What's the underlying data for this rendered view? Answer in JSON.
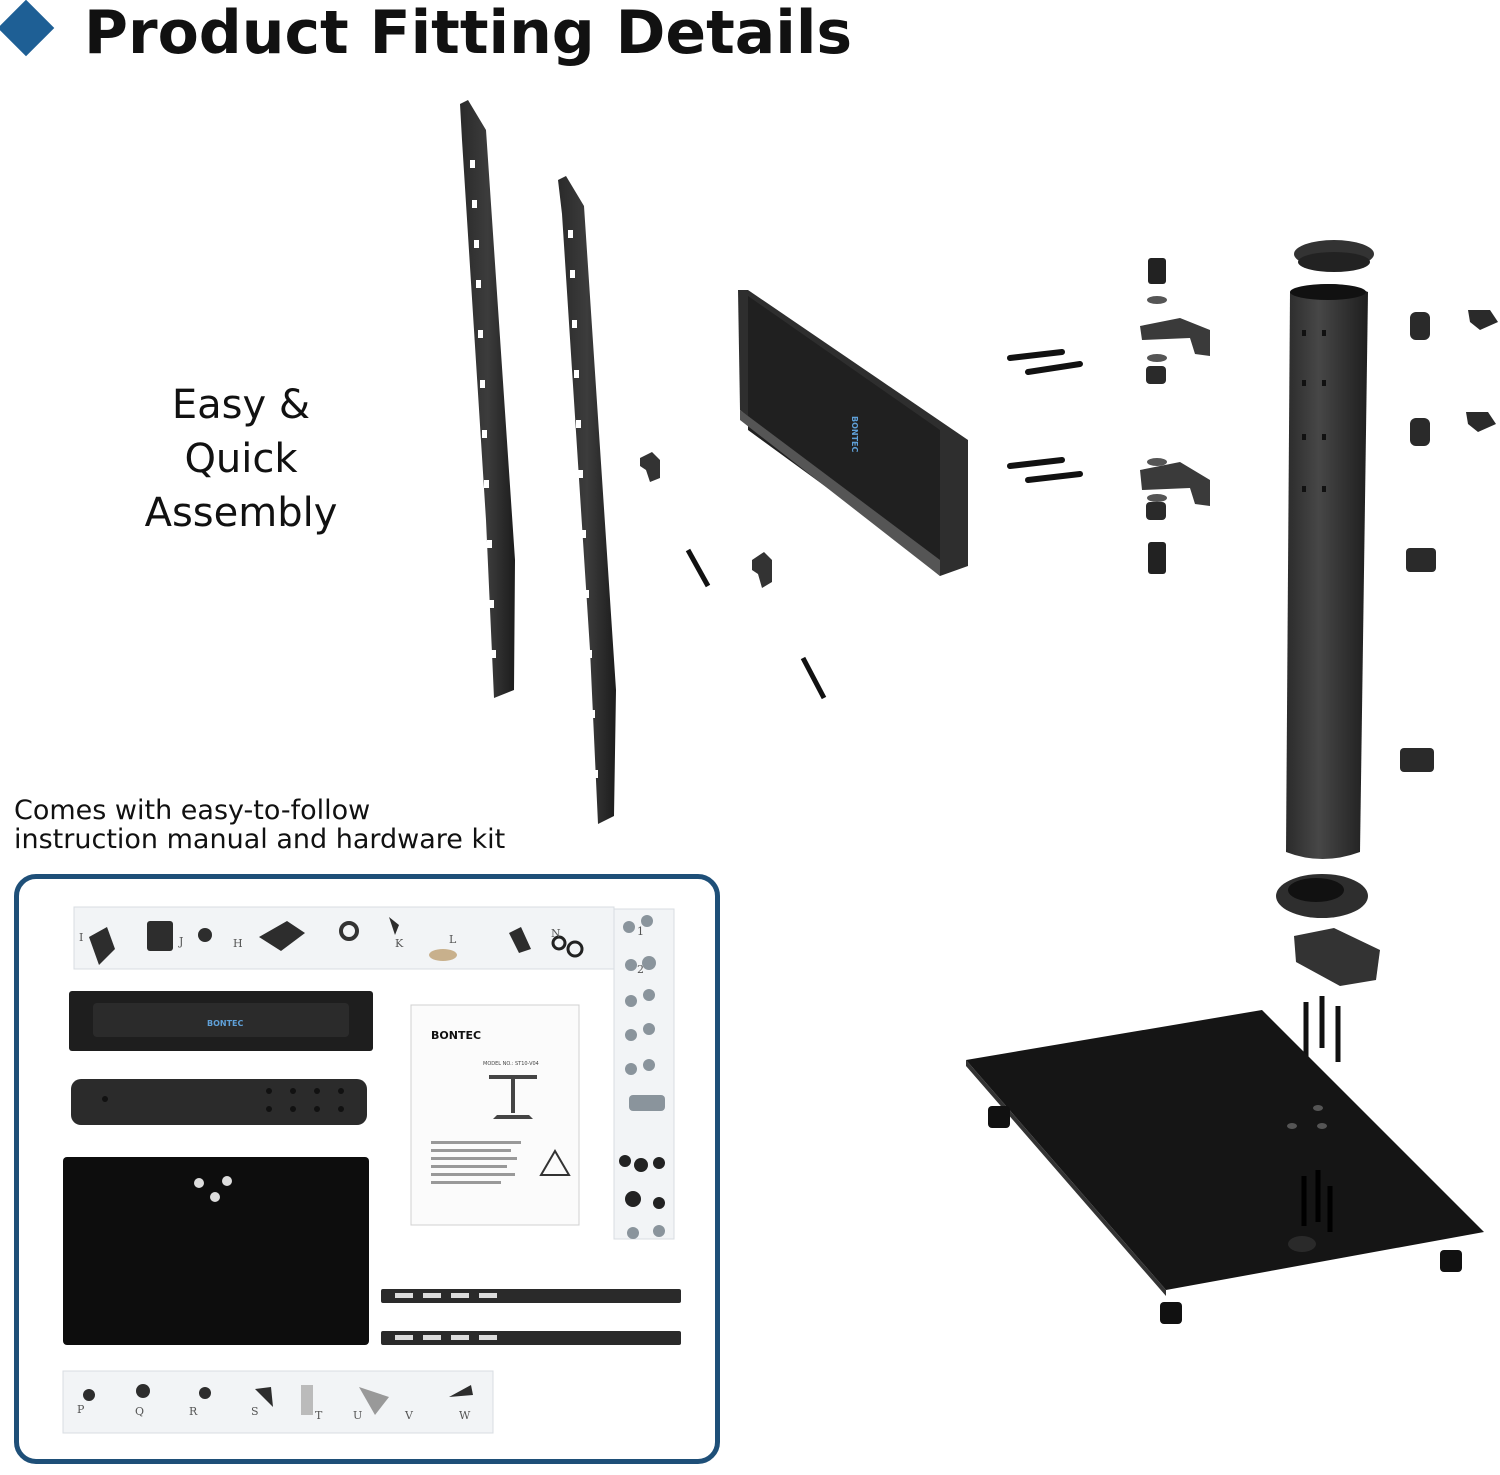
{
  "header": {
    "title": "Product Fitting Details",
    "accent_color": "#1e5f95"
  },
  "assembly": {
    "line1": "Easy & Quick",
    "line2": "Assembly"
  },
  "kit": {
    "caption_line1": "Comes with easy-to-follow",
    "caption_line2": "instruction manual and hardware kit",
    "border_color": "#1e4f78",
    "manual_brand": "BONTEC",
    "manual_model": "MODEL NO.: ST10-V04",
    "rail_brand": "BONTEC",
    "bag_labels_top": [
      "I",
      "J",
      "H",
      "K",
      "L",
      "N"
    ],
    "bag_labels_bottom": [
      "P",
      "Q",
      "R",
      "S",
      "T",
      "U",
      "V",
      "W"
    ],
    "bag_labels_side": [
      "1",
      "2"
    ]
  },
  "exploded_brand": "BONTEC"
}
